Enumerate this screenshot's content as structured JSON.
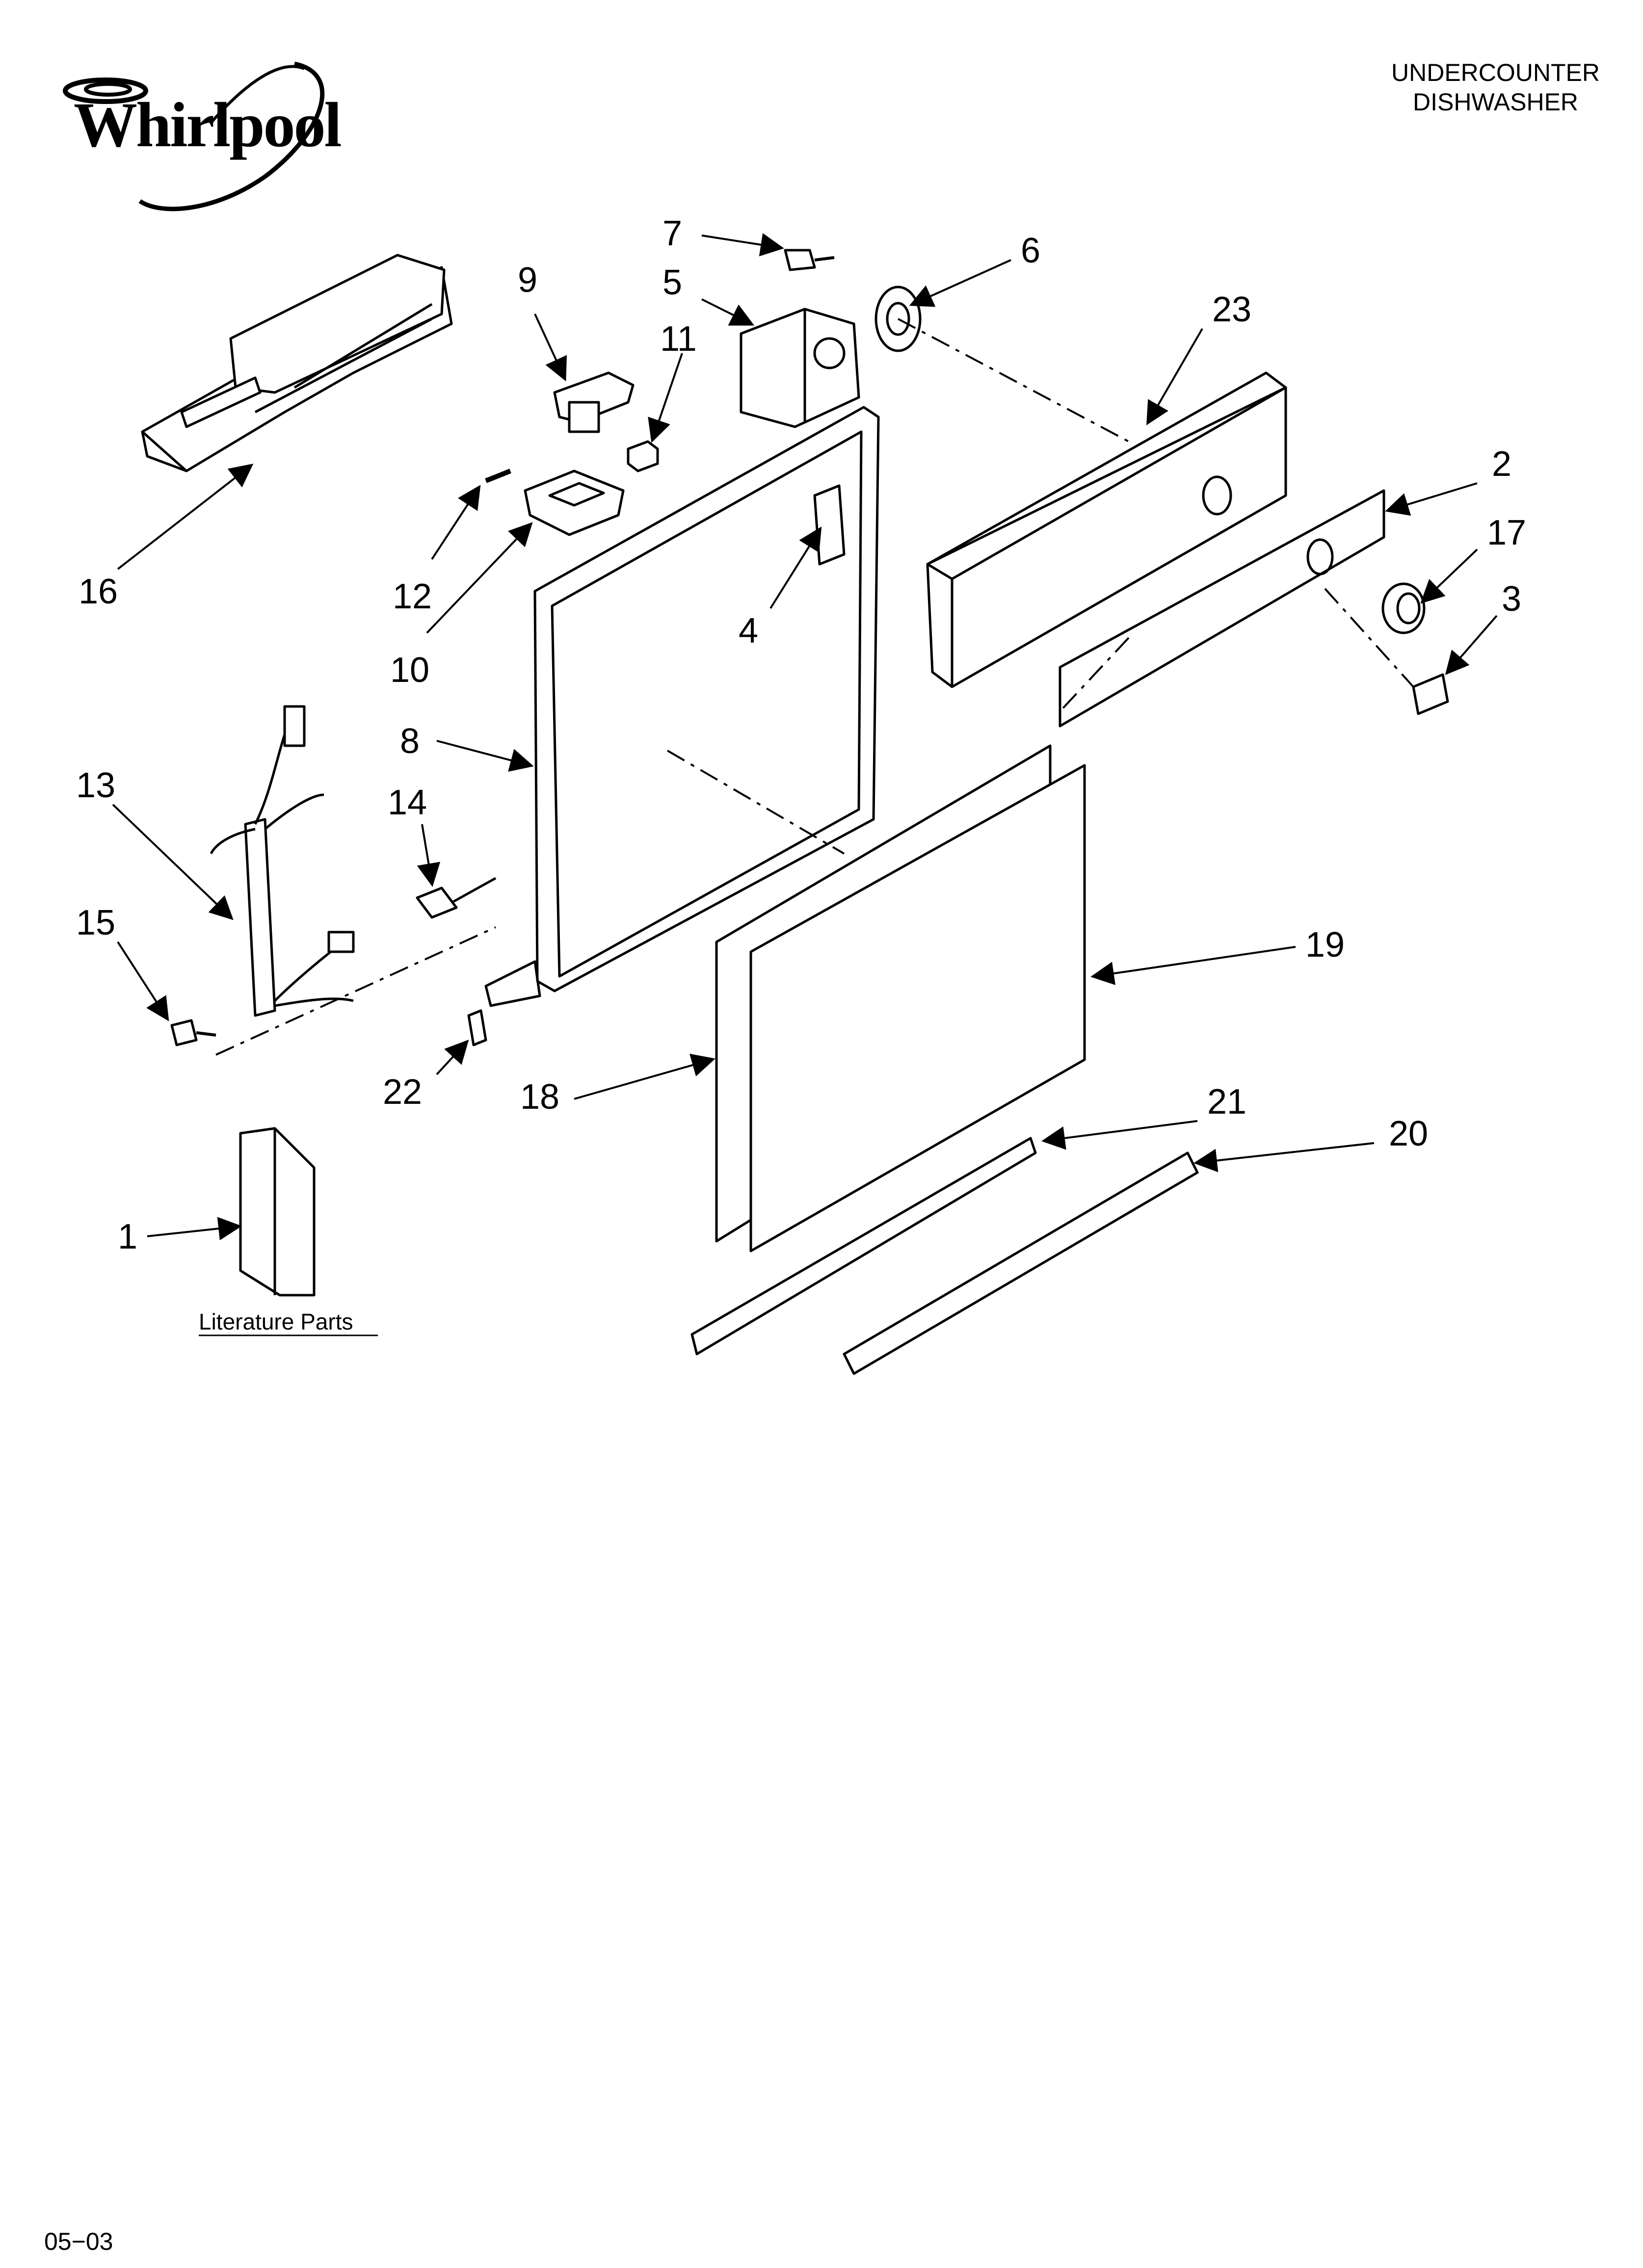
{
  "brand": {
    "name": "Whirlpool",
    "logo_icon": "whirlpool-swirl-icon"
  },
  "header": {
    "line1": "UNDERCOUNTER",
    "line2": "DISHWASHER"
  },
  "footer": {
    "code": "05−03"
  },
  "literature_label": "Literature Parts",
  "callouts": {
    "c1": "1",
    "c2": "2",
    "c3": "3",
    "c4": "4",
    "c5": "5",
    "c6": "6",
    "c7": "7",
    "c8": "8",
    "c9": "9",
    "c10": "10",
    "c11": "11",
    "c12": "12",
    "c13": "13",
    "c14": "14",
    "c15": "15",
    "c16": "16",
    "c17": "17",
    "c18": "18",
    "c19": "19",
    "c20": "20",
    "c21": "21",
    "c22": "22",
    "c23": "23"
  }
}
